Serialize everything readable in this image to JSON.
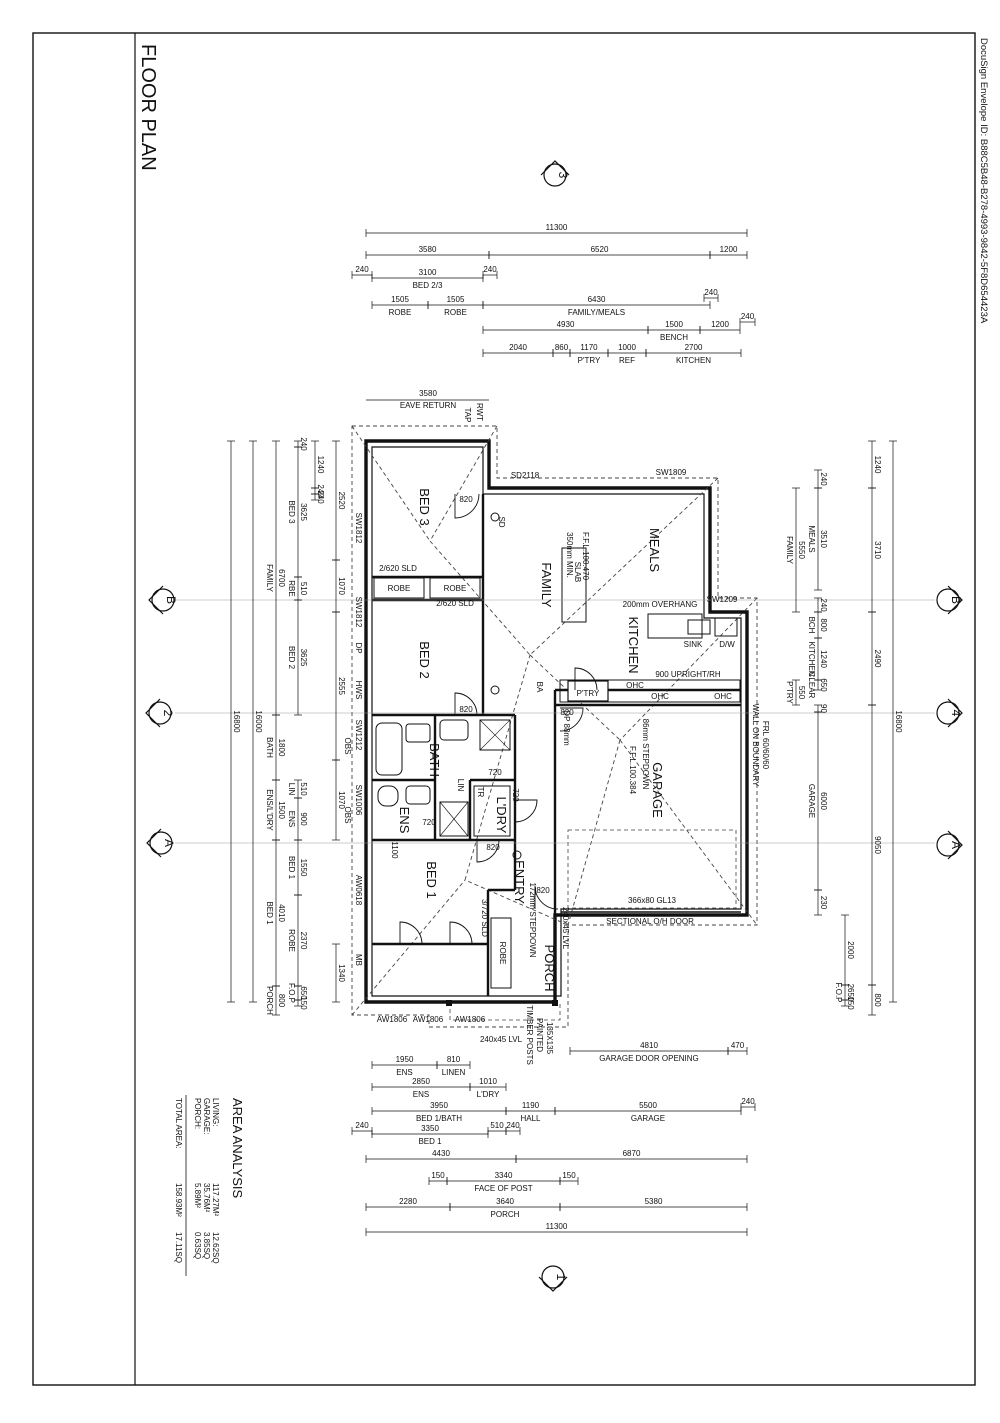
{
  "header": {
    "docusign": "DocuSign Envelope ID: B88C5B48-B278-4993-9842-5F8D654423A",
    "sheet_title": "FLOOR PLAN"
  },
  "markers": {
    "top": "3",
    "bottom": "1",
    "left_b": "B",
    "left_2": "2",
    "left_a": "A",
    "right_b": "B",
    "right_4": "4",
    "right_a": "A"
  },
  "rooms": {
    "bed3": "BED 3",
    "family": "FAMILY",
    "meals": "MEALS",
    "kitchen": "KITCHEN",
    "bed2": "BED 2",
    "bath": "BATH",
    "ens": "ENS",
    "ldry": "L'DRY",
    "bed1": "BED 1",
    "entry": "ENTRY",
    "garage": "GARAGE",
    "porch": "PORCH",
    "robe1": "ROBE",
    "robe2": "ROBE",
    "ptry": "P'TRY",
    "robe3": "ROBE"
  },
  "notes": {
    "slab_1": "350mm MIN.",
    "slab_2": "SLAB",
    "slab_3": "F.F.L.100.470",
    "overhang": "200mm OVERHANG",
    "sink": "SINK",
    "dw": "D/W",
    "upright": "900 UPRIGHT/RH",
    "ohc1": "OHC",
    "ohc2": "OHC",
    "ohc3": "OHC",
    "garage_step": "86mm STEPDOWN",
    "garage_ffl": "F.F.L.100.384",
    "porch_step": "172mm STEPDOWN",
    "porch_lvl": "240x45 LVL",
    "porch_lvl2": "240x45 LVL",
    "gl13": "366x80 GL13",
    "ohdoor": "SECTIONAL O/H DOOR",
    "frl": "FRL 60/60/60",
    "wall_boundary": "WALL ON BOUNDARY",
    "posts_1": "135X135",
    "posts_2": "PAINTED",
    "posts_3": "TIMBER POSTS",
    "sd2118": "SD2118",
    "sw1809": "SW1809",
    "sw1209": "SW1209",
    "sw1812a": "SW1812",
    "sw1812b": "SW1812",
    "sw1212": "SW1212",
    "sw1006": "SW1006",
    "aw0618": "AW0618",
    "aw1806a": "AW1806",
    "aw1806b": "AW1806",
    "aw1806c": "AW1806",
    "sld1": "2/620 SLD",
    "sld2": "2/620 SLD",
    "sld3": "3/720 SLD",
    "hws": "HWS",
    "dp88": "DP 88mm",
    "d820a": "820",
    "d820b": "820",
    "d820c": "820",
    "d820d": "820",
    "d820e": "820",
    "d720a": "720",
    "d720b": "720",
    "d720c": "720",
    "obs1": "OBS",
    "obs2": "OBS",
    "mb": "MB",
    "dp": "DP",
    "tap": "TAP",
    "rwt": "RWT",
    "lin": "LIN",
    "tr": "TR",
    "sd": "SD",
    "ba": "BA",
    "d1100": "1100",
    "eave_val": "3580",
    "eave_label": "EAVE RETURN"
  },
  "dims_top": [
    {
      "v": "11300",
      "l": ""
    },
    {
      "v": "3580",
      "l": ""
    },
    {
      "v": "6520",
      "l": ""
    },
    {
      "v": "1200",
      "l": ""
    },
    {
      "v": "240",
      "l": ""
    },
    {
      "v": "3100",
      "l": "BED 2/3"
    },
    {
      "v": "240",
      "l": ""
    },
    {
      "v": "1505",
      "l": "ROBE"
    },
    {
      "v": "1505",
      "l": "ROBE"
    },
    {
      "v": "6430",
      "l": "FAMILY/MEALS"
    },
    {
      "v": "240",
      "l": ""
    },
    {
      "v": "4930",
      "l": ""
    },
    {
      "v": "1500",
      "l": "BENCH"
    },
    {
      "v": "1200",
      "l": ""
    },
    {
      "v": "240",
      "l": ""
    },
    {
      "v": "2040",
      "l": ""
    },
    {
      "v": "860",
      "l": ""
    },
    {
      "v": "1170",
      "l": "P'TRY"
    },
    {
      "v": "1000",
      "l": "REF"
    },
    {
      "v": "2700",
      "l": "KITCHEN"
    }
  ],
  "dims_bottom": [
    {
      "v": "1950",
      "l": "ENS"
    },
    {
      "v": "810",
      "l": "LINEN"
    },
    {
      "v": "4810",
      "l": "GARAGE DOOR OPENING"
    },
    {
      "v": "470",
      "l": ""
    },
    {
      "v": "2850",
      "l": "ENS"
    },
    {
      "v": "1010",
      "l": "L'DRY"
    },
    {
      "v": "3950",
      "l": "BED 1/BATH"
    },
    {
      "v": "1190",
      "l": "HALL"
    },
    {
      "v": "5500",
      "l": "GARAGE"
    },
    {
      "v": "240",
      "l": ""
    },
    {
      "v": "240",
      "l": ""
    },
    {
      "v": "3350",
      "l": "BED 1"
    },
    {
      "v": "510",
      "l": ""
    },
    {
      "v": "240",
      "l": ""
    },
    {
      "v": "4430",
      "l": ""
    },
    {
      "v": "6870",
      "l": ""
    },
    {
      "v": "150",
      "l": ""
    },
    {
      "v": "3340",
      "l": "FACE OF POST"
    },
    {
      "v": "150",
      "l": ""
    },
    {
      "v": "2280",
      "l": ""
    },
    {
      "v": "3640",
      "l": "PORCH"
    },
    {
      "v": "5380",
      "l": ""
    },
    {
      "v": "11300",
      "l": ""
    }
  ],
  "dims_left": [
    {
      "v": "16800",
      "l": ""
    },
    {
      "v": "16000",
      "l": ""
    },
    {
      "v": "6700",
      "l": "FAMILY"
    },
    {
      "v": "1800",
      "l": "BATH"
    },
    {
      "v": "1500",
      "l": "ENS/L'DRY"
    },
    {
      "v": "4010",
      "l": "BED 1"
    },
    {
      "v": "800",
      "l": "PORCH"
    },
    {
      "v": "240",
      "l": ""
    },
    {
      "v": "3625",
      "l": "BED 3"
    },
    {
      "v": "510",
      "l": "RBE"
    },
    {
      "v": "3625",
      "l": "BED 2"
    },
    {
      "v": "510",
      "l": "LIN"
    },
    {
      "v": "900",
      "l": "ENS"
    },
    {
      "v": "1550",
      "l": "BED 1"
    },
    {
      "v": "2370",
      "l": "ROBE"
    },
    {
      "v": "650",
      "l": "F.O.P"
    },
    {
      "v": "150",
      "l": ""
    },
    {
      "v": "1240",
      "l": ""
    },
    {
      "v": "240",
      "l": ""
    },
    {
      "v": "240",
      "l": ""
    },
    {
      "v": "2520",
      "l": ""
    },
    {
      "v": "1070",
      "l": ""
    },
    {
      "v": "2555",
      "l": ""
    },
    {
      "v": "1070",
      "l": ""
    },
    {
      "v": "1340",
      "l": ""
    }
  ],
  "dims_right": [
    {
      "v": "16800",
      "l": ""
    },
    {
      "v": "1240",
      "l": ""
    },
    {
      "v": "3710",
      "l": ""
    },
    {
      "v": "2490",
      "l": ""
    },
    {
      "v": "9050",
      "l": ""
    },
    {
      "v": "800",
      "l": ""
    },
    {
      "v": "240",
      "l": ""
    },
    {
      "v": "3510",
      "l": "MEALS"
    },
    {
      "v": "5550",
      "l": "FAMILY"
    },
    {
      "v": "240",
      "l": ""
    },
    {
      "v": "800",
      "l": "BCH"
    },
    {
      "v": "1240",
      "l": "KITCHEN"
    },
    {
      "v": "650",
      "l": "CLEAR"
    },
    {
      "v": "550",
      "l": "P'TRY"
    },
    {
      "v": "90",
      "l": ""
    },
    {
      "v": "6000",
      "l": "GARAGE"
    },
    {
      "v": "230",
      "l": ""
    },
    {
      "v": "2000",
      "l": ""
    },
    {
      "v": "2650",
      "l": "F.O.P"
    },
    {
      "v": "150",
      "l": ""
    }
  ],
  "area": {
    "title": "AREA ANALYSIS",
    "rows": [
      {
        "label": "LIVING:",
        "m2": "117.27M²",
        "sq": "12.62SQ"
      },
      {
        "label": "GARAGE:",
        "m2": "35.76M²",
        "sq": "3.85SQ"
      },
      {
        "label": "PORCH:",
        "m2": "5.89M²",
        "sq": "0.63SQ"
      }
    ],
    "total": {
      "label": "TOTAL AREA:",
      "m2": "158.93M²",
      "sq": "17.11SQ"
    }
  }
}
